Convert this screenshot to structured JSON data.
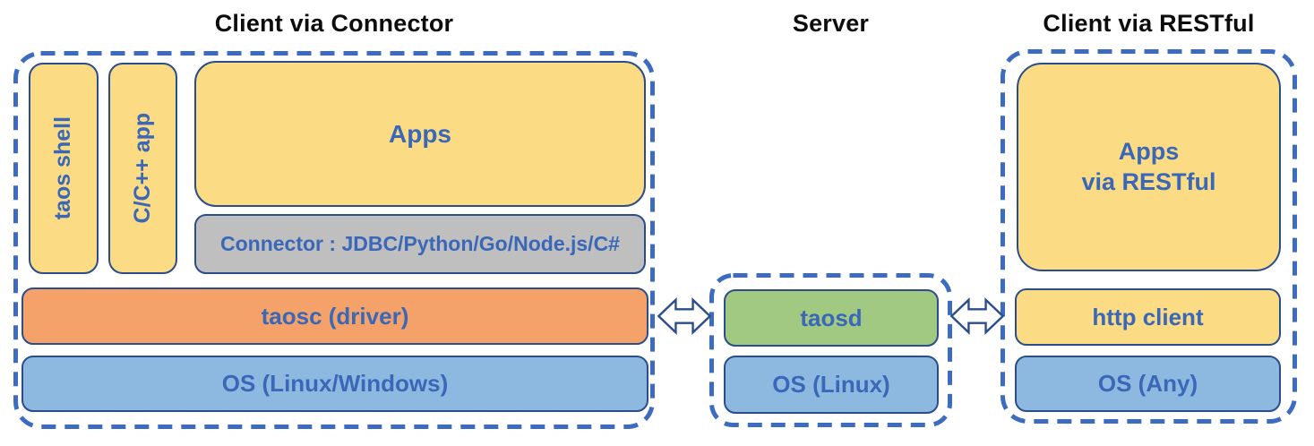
{
  "connector_section": {
    "title": "Client via Connector",
    "taos_shell_label": "taos shell",
    "cpp_app_label": "C/C++ app",
    "apps_label": "Apps",
    "connector_label": "Connector : JDBC/Python/Go/Node.js/C#",
    "taosc_label": "taosc (driver)",
    "os_label": "OS (Linux/Windows)"
  },
  "server_section": {
    "title": "Server",
    "taosd_label": "taosd",
    "os_label": "OS (Linux)"
  },
  "restful_section": {
    "title": "Client via RESTful",
    "apps_label": "Apps\nvia RESTful",
    "http_client_label": "http client",
    "os_label": "OS (Any)"
  },
  "colors": {
    "box_yellow": "#fbdb83",
    "box_orange": "#f4a26a",
    "box_gray": "#bfbfbf",
    "box_green": "#a2c981",
    "box_blue": "#8db9e1",
    "box_border": "#2b4d8c",
    "dashed_border": "#3c6bc0",
    "label_text": "#3a67b8",
    "title_text": "#0d0d0d",
    "arrow_fill": "#ffffff"
  }
}
